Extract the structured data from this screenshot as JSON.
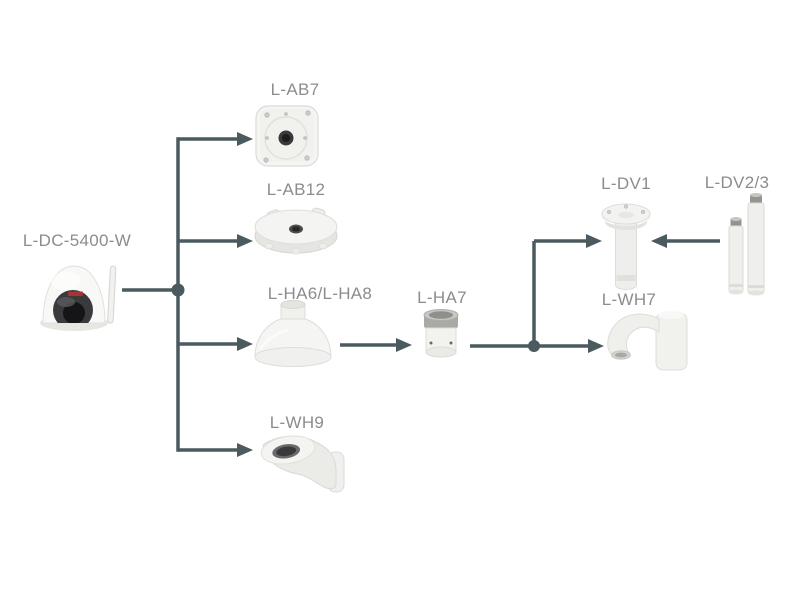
{
  "diagram": {
    "type": "camera-accessory-compatibility-diagram",
    "colors": {
      "background": "#ffffff",
      "connector_line": "#4b5a5f",
      "label_text": "#8c8c8e"
    },
    "nodes": {
      "camera": {
        "label": "L-DC-5400-W",
        "image": "wifi-dome-camera"
      },
      "ab7": {
        "label": "L-AB7",
        "image": "square-junction-box"
      },
      "ab12": {
        "label": "L-AB12",
        "image": "round-junction-box"
      },
      "ha6ha8": {
        "label": "L-HA6/L-HA8",
        "image": "pendant-cap"
      },
      "ha7": {
        "label": "L-HA7",
        "image": "mount-adapter"
      },
      "wh9": {
        "label": "L-WH9",
        "image": "wall-mount-bracket"
      },
      "dv1": {
        "label": "L-DV1",
        "image": "straight-tube-ceiling-mount"
      },
      "dv23": {
        "label": "L-DV2/3",
        "image": "extension-tubes"
      },
      "wh7": {
        "label": "L-WH7",
        "image": "gooseneck-wall-mount"
      }
    },
    "edges": [
      {
        "from": "camera",
        "to": "ab7"
      },
      {
        "from": "camera",
        "to": "ab12"
      },
      {
        "from": "camera",
        "to": "ha6ha8"
      },
      {
        "from": "camera",
        "to": "wh9"
      },
      {
        "from": "ha6ha8",
        "to": "ha7"
      },
      {
        "from": "ha7",
        "to": "dv1"
      },
      {
        "from": "ha7",
        "to": "wh7"
      },
      {
        "from": "dv23",
        "to": "dv1"
      }
    ]
  }
}
